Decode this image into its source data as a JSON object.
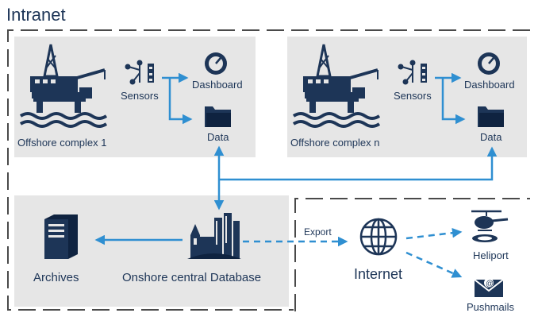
{
  "intranet_title": "Intranet",
  "complex1": {
    "name": "Offshore complex 1",
    "sensors": "Sensors",
    "dashboard": "Dashboard",
    "data": "Data"
  },
  "complexn": {
    "name": "Offshore complex n",
    "sensors": "Sensors",
    "dashboard": "Dashboard",
    "data": "Data"
  },
  "onshore": {
    "archives": "Archives",
    "database": "Onshore central Database"
  },
  "export_label": "Export",
  "internet": "Internet",
  "heliport": "Heliport",
  "pushmails": "Pushmails",
  "colors": {
    "panel": "#e6e6e6",
    "icon": "#1d3557",
    "arrow": "#2f8fd1",
    "border": "#4a4a4a"
  }
}
